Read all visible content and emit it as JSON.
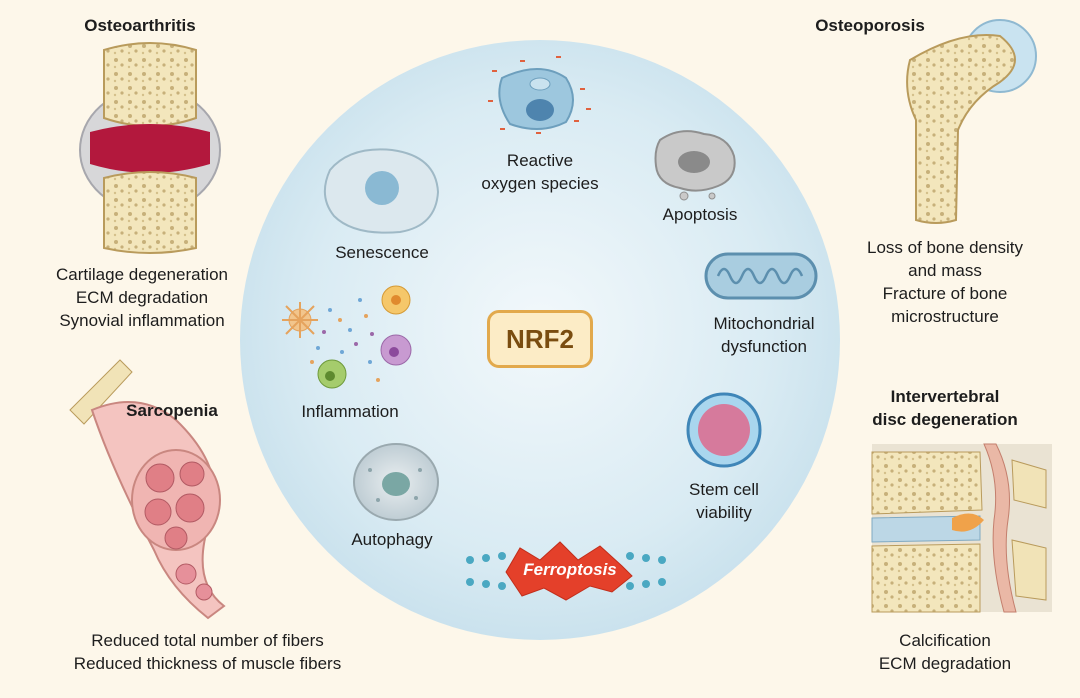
{
  "hub": {
    "label": "NRF2"
  },
  "mechanisms": {
    "ros": [
      "Reactive",
      "oxygen species"
    ],
    "apoptosis": "Apoptosis",
    "senescence": "Senescence",
    "mitochondrial": [
      "Mitochondrial",
      "dysfunction"
    ],
    "inflammation": "Inflammation",
    "stem_cell": [
      "Stem cell",
      "viability"
    ],
    "autophagy": "Autophagy",
    "ferroptosis": "Ferroptosis"
  },
  "diseases": {
    "osteoarthritis": {
      "title": "Osteoarthritis",
      "lines": [
        "Cartilage degeneration",
        "ECM degradation",
        "Synovial inflammation"
      ]
    },
    "osteoporosis": {
      "title": "Osteoporosis",
      "lines": [
        "Loss of bone density",
        "and mass",
        "Fracture of bone",
        "microstructure"
      ]
    },
    "sarcopenia": {
      "title": "Sarcopenia",
      "lines": [
        "Reduced total number of fibers",
        "Reduced thickness of muscle fibers"
      ]
    },
    "ivdd": {
      "title": [
        "Intervertebral",
        "disc degeneration"
      ],
      "lines": [
        "Calcification",
        "ECM degradation"
      ]
    }
  },
  "colors": {
    "background": "#fdf7ea",
    "circle": "#d7e9f1",
    "hub_border": "#e2a94c",
    "bone": "#f1e3b7",
    "inflamed": "#b3183d",
    "muscle": "#e9a4a2",
    "ferroptosis": "#e4402a"
  }
}
